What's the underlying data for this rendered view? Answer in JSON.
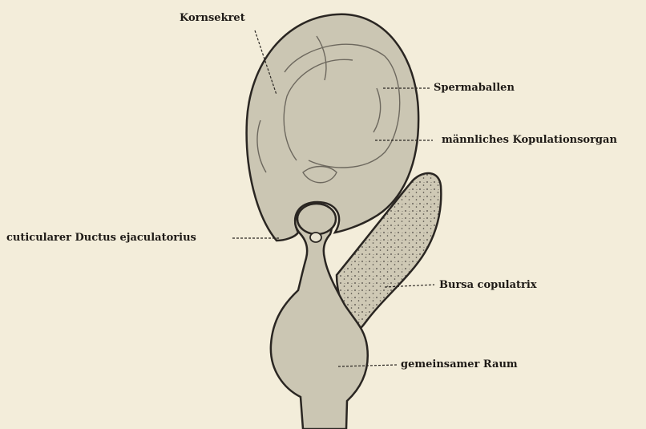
{
  "labels": {
    "kornsekret": "Kornsekret",
    "spermaballen": "Spermaballen",
    "kopulationsorgan": "männliches Kopulationsorgan",
    "ductus": "cuticularer Ductus ejaculatorius",
    "bursa": "Bursa copulatrix",
    "raum": "gemeinsamer Raum"
  }
}
